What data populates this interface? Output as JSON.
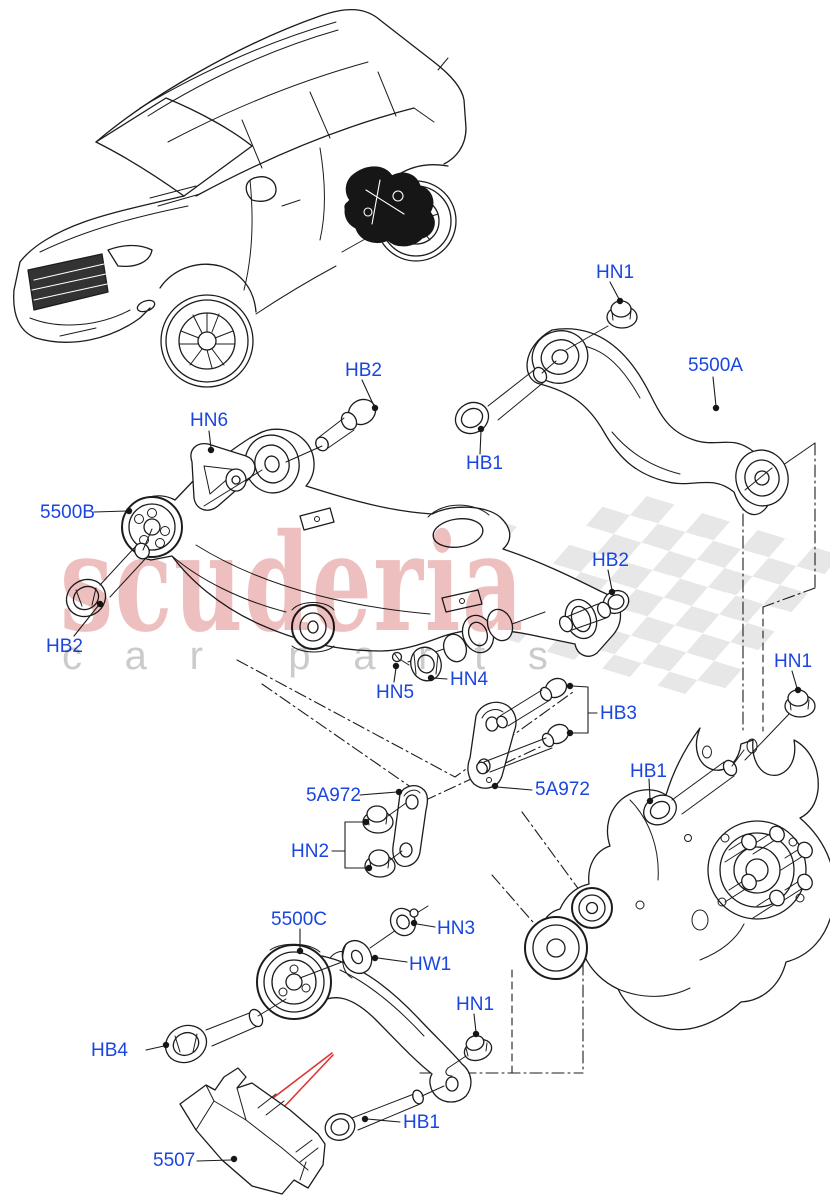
{
  "watermark": {
    "brand_text": "scuderia",
    "sub_brand_letters": [
      "c",
      "a",
      "r",
      "",
      "p",
      "a",
      "r",
      "t",
      "s"
    ],
    "brand_color": "rgba(203,62,62,0.33)",
    "sub_color": "#cbcbcb",
    "checker_color": "#e4e4e4",
    "checker_accent": "#e9a0a0"
  },
  "colors": {
    "label_blue": "#1a46e0",
    "line_color": "#1c1c1c",
    "highlight_red": "#e23333"
  },
  "labels": {
    "hb2_top": "HB2",
    "hn1_top": "HN1",
    "p5500a": "5500A",
    "hb1_top": "HB1",
    "hn6": "HN6",
    "p5500b": "5500B",
    "hb2_left": "HB2",
    "hb2_mid": "HB2",
    "hn5": "HN5",
    "hn4": "HN4",
    "hb3": "HB3",
    "a5972_right": "5A972",
    "hb1_mid": "HB1",
    "hn1_mid": "HN1",
    "a5972_left": "5A972",
    "hn2": "HN2",
    "p5500c": "5500C",
    "hn3": "HN3",
    "hw1": "HW1",
    "hn1_bot": "HN1",
    "hb4": "HB4",
    "hb1_bot": "HB1",
    "p5507": "5507"
  }
}
